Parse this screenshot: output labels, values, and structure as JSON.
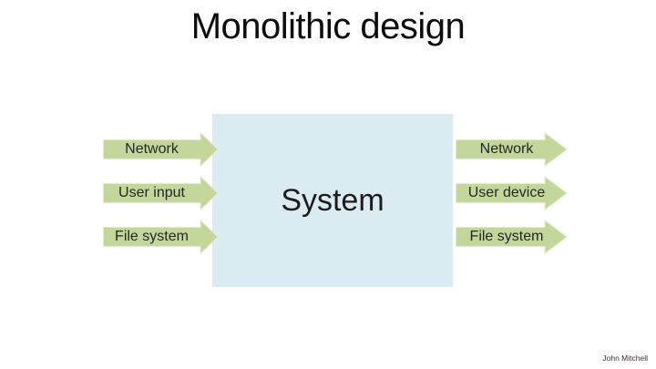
{
  "slide": {
    "title": "Monolithic design",
    "credit": "John Mitchell"
  },
  "diagram": {
    "system": {
      "label": "System"
    },
    "inputs": [
      {
        "label": "Network"
      },
      {
        "label": "User input"
      },
      {
        "label": "File system"
      }
    ],
    "outputs": [
      {
        "label": "Network"
      },
      {
        "label": "User device"
      },
      {
        "label": "File system"
      }
    ]
  },
  "colors": {
    "arrow_fill": "#c4d79b",
    "arrow_stroke": "#e3ecd3",
    "box_fill": "#daecf2",
    "title_color": "#0d0d0d",
    "label_color": "#262626",
    "credit_color": "#3b2b2b"
  }
}
